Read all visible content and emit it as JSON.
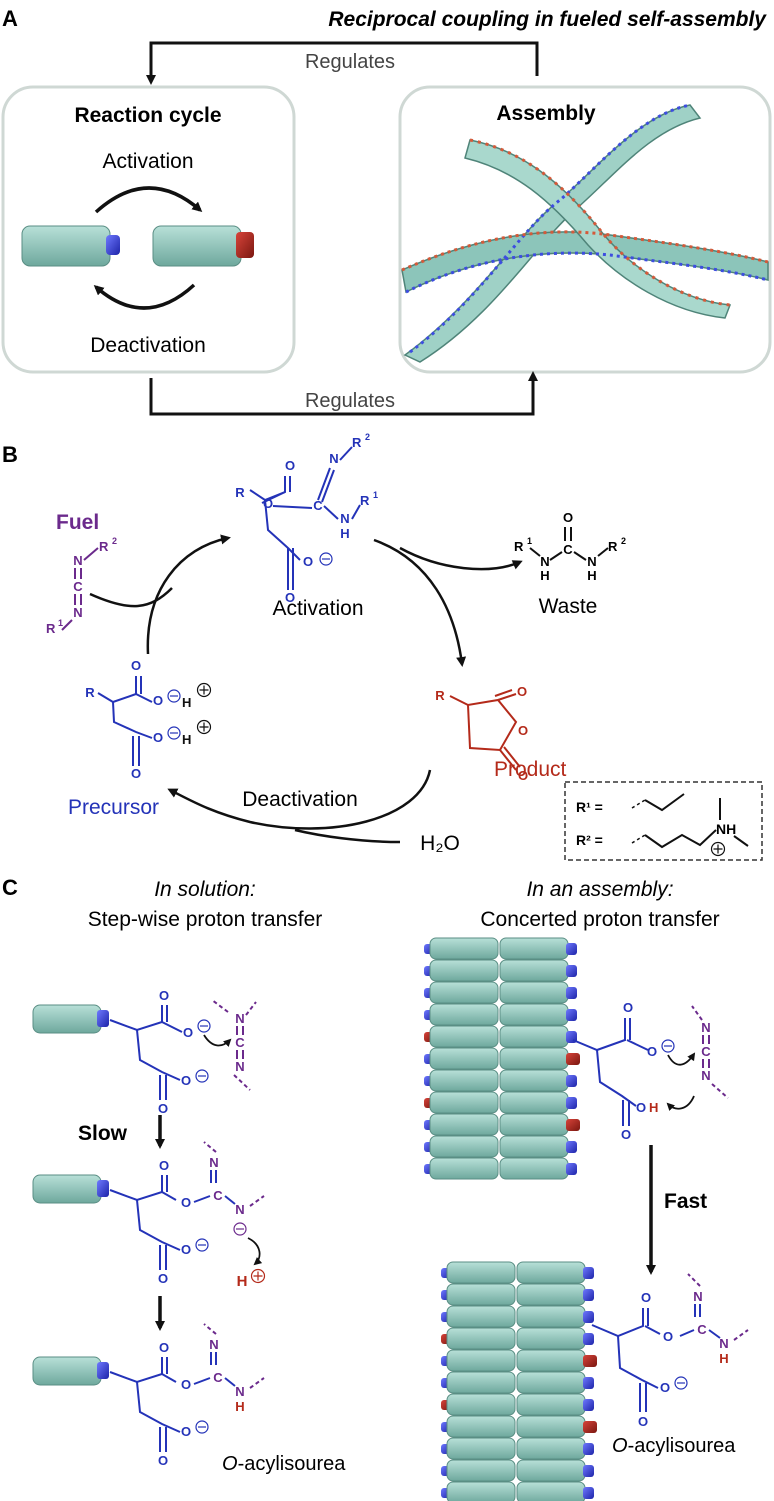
{
  "panelA": {
    "letter": "A",
    "title": "Reciprocal coupling in fueled self-assembly",
    "regulates_top": "Regulates",
    "regulates_bottom": "Regulates",
    "cycle_title": "Reaction cycle",
    "activation": "Activation",
    "deactivation": "Deactivation",
    "assembly_title": "Assembly"
  },
  "panelB": {
    "letter": "B",
    "fuel": "Fuel",
    "activation": "Activation",
    "waste": "Waste",
    "product": "Product",
    "deactivation": "Deactivation",
    "precursor": "Precursor",
    "water": "H₂O",
    "legend": {
      "r1": "R¹ =",
      "r2": "R² =",
      "nh": "NH"
    }
  },
  "panelC": {
    "letter": "C",
    "left_heading_1": "In solution:",
    "left_heading_2": "Step-wise proton transfer",
    "right_heading_1": "In an assembly:",
    "right_heading_2": "Concerted proton transfer",
    "slow": "Slow",
    "fast": "Fast",
    "product_label_left": "-acylisourea",
    "product_label_right": "-acylisourea",
    "product_prefix": "O"
  },
  "colors": {
    "precursor_blue": "#2433b8",
    "fuel_purple": "#6b2a8c",
    "product_red": "#b42a1a",
    "block_teal": "#8cc5ba"
  }
}
